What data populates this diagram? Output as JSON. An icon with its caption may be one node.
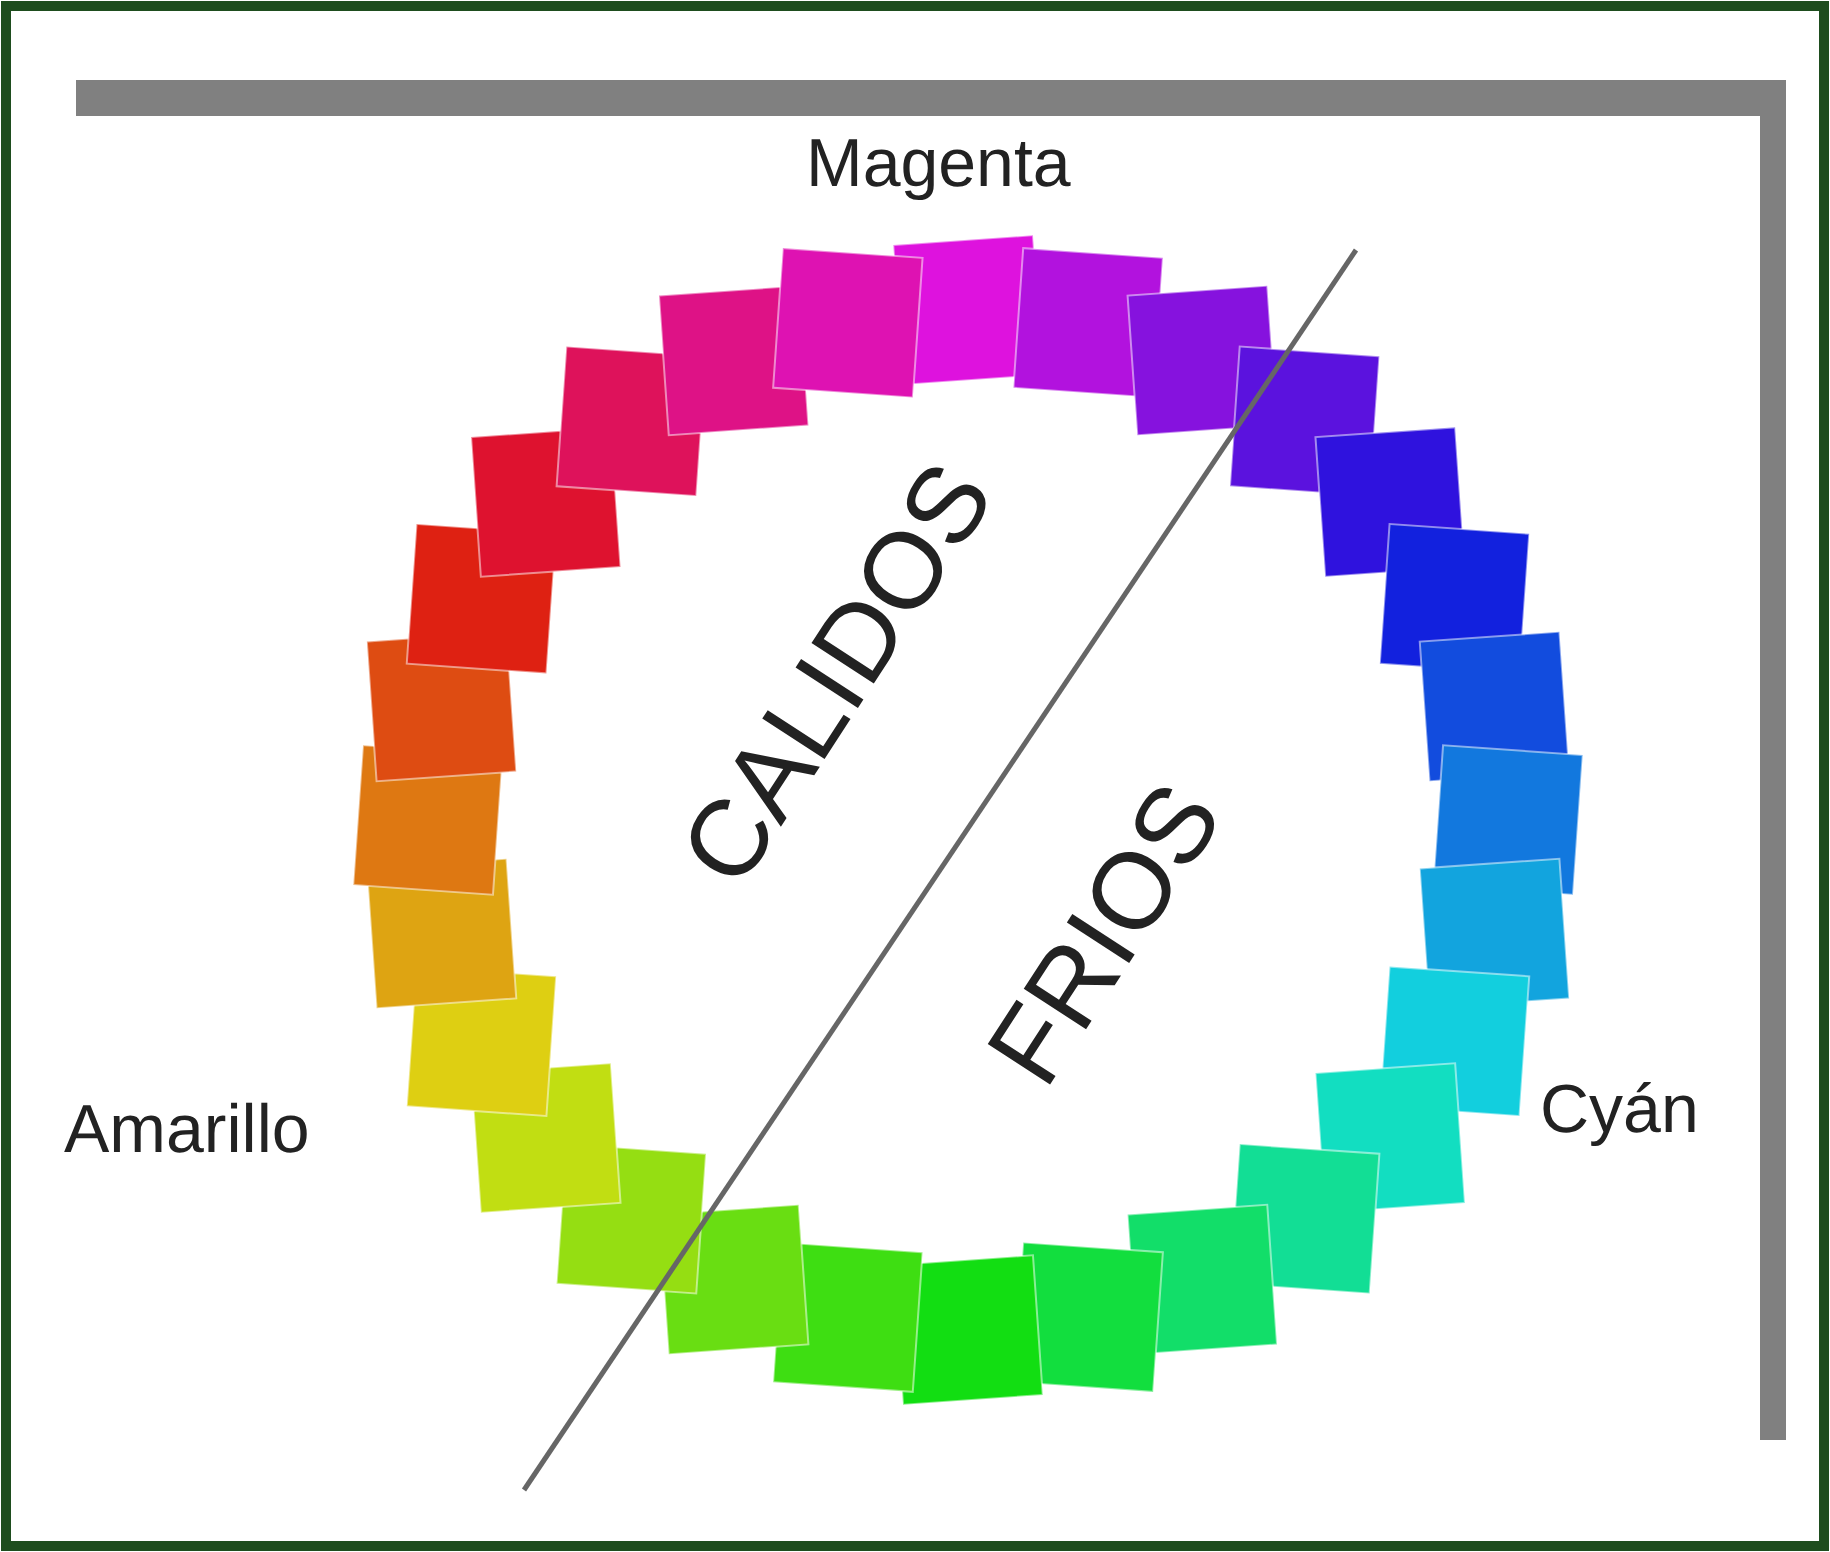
{
  "diagram": {
    "labels": [
      "Magenta",
      "CALIDOS",
      "FRIOS",
      "Amarillo",
      "Cyán"
    ]
  }
}
